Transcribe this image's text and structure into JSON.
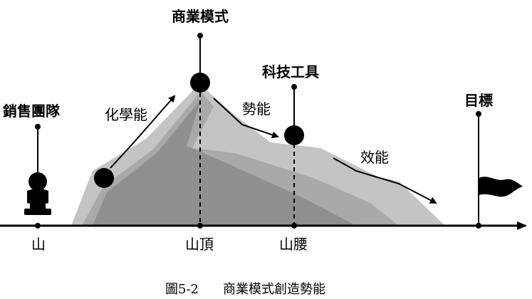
{
  "labels": {
    "sales_team": "銷售團隊",
    "business_model": "商業模式",
    "tech_tools": "科技工具",
    "target": "目標",
    "chemical_energy": "化學能",
    "potential_energy": "勢能",
    "efficiency_energy": "效能",
    "foot": "山",
    "summit": "山頂",
    "waist": "山腰"
  },
  "caption": {
    "figure_no": "圖5-2",
    "title": "商業模式創造勢能"
  },
  "colors": {
    "mountain_light": "#c4c4c4",
    "mountain_mid": "#a9a9a9",
    "mountain_dark": "#8f8f8f",
    "ink": "#000000"
  }
}
